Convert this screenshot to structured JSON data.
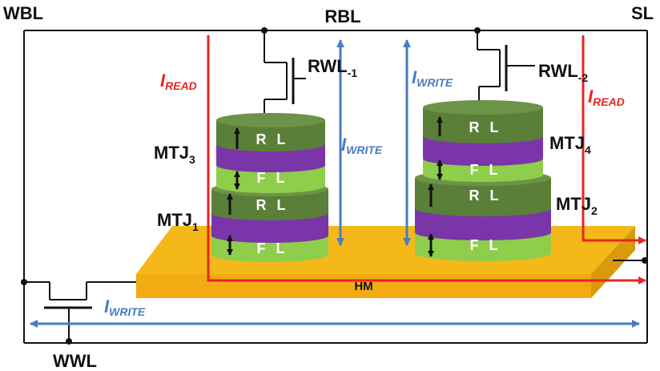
{
  "labels": {
    "wbl": "WBL",
    "rbl": "RBL",
    "sl": "SL",
    "wwl": "WWL",
    "hm": "HM",
    "rwl1": {
      "main": "RWL",
      "sub": "-1"
    },
    "rwl2": {
      "main": "RWL",
      "sub": "-2"
    },
    "mtj1": {
      "main": "MTJ",
      "sub": "1"
    },
    "mtj2": {
      "main": "MTJ",
      "sub": "2"
    },
    "mtj3": {
      "main": "MTJ",
      "sub": "3"
    },
    "mtj4": {
      "main": "MTJ",
      "sub": "4"
    },
    "iread_left": {
      "main": "I",
      "sub": "READ"
    },
    "iread_right": {
      "main": "I",
      "sub": "READ"
    },
    "iwrite_center": {
      "main": "I",
      "sub": "WRITE"
    },
    "iwrite_top": {
      "main": "I",
      "sub": "WRITE"
    },
    "iwrite_bottom": {
      "main": "I",
      "sub": "WRITE"
    },
    "rl": "R L",
    "fl": "F L"
  },
  "colors": {
    "heavy_metal": "#f5b819",
    "heavy_metal_side": "#d99a0c",
    "reference_layer": "#5a7f38",
    "reference_layer_top": "#6d9348",
    "barrier": "#7a36a8",
    "free_layer": "#8fce4a",
    "read_current": "#e8261f",
    "write_current": "#4a7cc2",
    "wire": "#111111"
  }
}
